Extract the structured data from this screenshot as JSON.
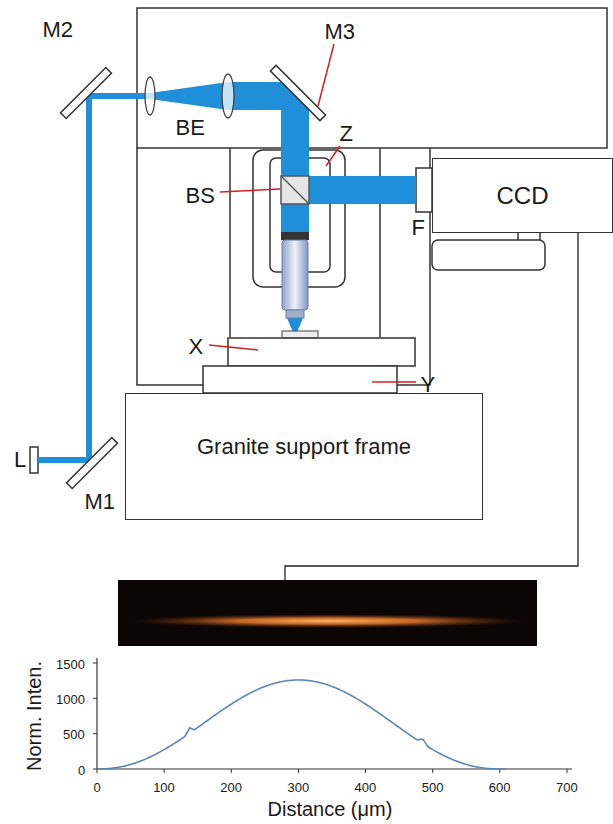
{
  "diagram": {
    "nodes": [
      {
        "text": [
          "CCD"
        ]
      },
      {
        "text": [
          "Granite support frame"
        ]
      }
    ],
    "labels": [
      "M2",
      "M3",
      "BE",
      "Z",
      "BS",
      "F",
      "X",
      "Y",
      "L",
      "M1",
      "1500",
      "1000",
      "500",
      "0",
      "0",
      "100",
      "200",
      "300",
      "400",
      "500",
      "600",
      "700",
      "Norm. Inten.",
      "Distance (μm)"
    ]
  }
}
